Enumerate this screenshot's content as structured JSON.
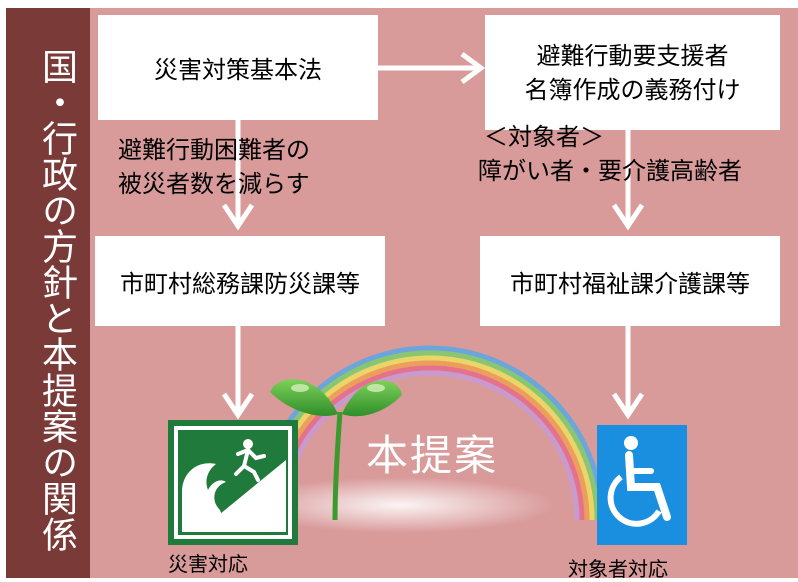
{
  "sidebar": {
    "title": "国・行政の方針と本提案の関係"
  },
  "boxes": {
    "law": "災害対策基本法",
    "duty_line1": "避難行動要支援者",
    "duty_line2": "名簿作成の義務付け",
    "bosai": "市町村総務課防災課等",
    "fukushi": "市町村福祉課介護課等"
  },
  "captions": {
    "left_line1": "避難行動困難者の",
    "left_line2": "被災者数を減らす",
    "right_line1": "＜対象者＞",
    "right_line2": "障がい者・要介護高齢者"
  },
  "proposal": "本提案",
  "bottom_labels": {
    "disaster": "災害対応",
    "target": "対象者対応"
  },
  "colors": {
    "sidebar": "#7a3a38",
    "background": "#d99a9a",
    "evacuation_sign": "#1f7a3c",
    "wheelchair_sign": "#1a8fe0"
  },
  "icons": {
    "evacuation": "tsunami-evacuation-icon",
    "wheelchair": "wheelchair-icon",
    "sprout": "sprout-icon",
    "rainbow": "rainbow-arc"
  }
}
